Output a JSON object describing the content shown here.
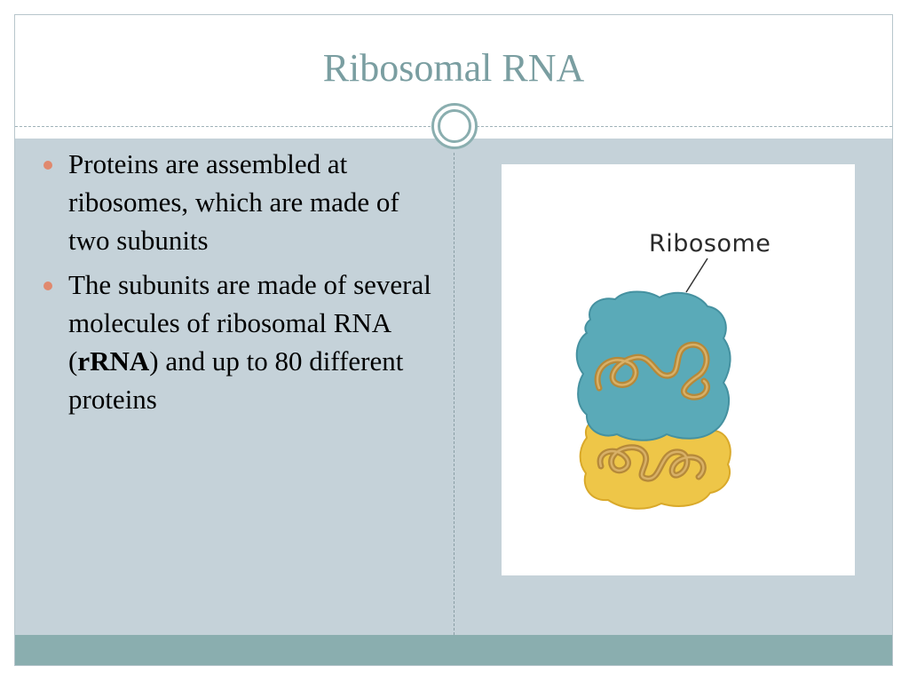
{
  "slide": {
    "title": "Ribosomal RNA",
    "bullets": [
      {
        "parts": [
          {
            "text": "Proteins are assembled at ribosomes, which are made of two subunits",
            "bold": false
          }
        ]
      },
      {
        "parts": [
          {
            "text": "The subunits are made of several molecules of ribosomal RNA (",
            "bold": false
          },
          {
            "text": "rRNA",
            "bold": true
          },
          {
            "text": ") and up to 80 different proteins",
            "bold": false
          }
        ]
      }
    ],
    "figure": {
      "label": "Ribosome",
      "subunit_colors": {
        "large": "#5aaab8",
        "small": "#eec648",
        "rna_strand": "#b5893a"
      }
    }
  },
  "colors": {
    "title": "#7a9ea1",
    "content_background": "#c5d2d9",
    "footer": "#8aaeaf",
    "bullet": "#e0896e"
  }
}
